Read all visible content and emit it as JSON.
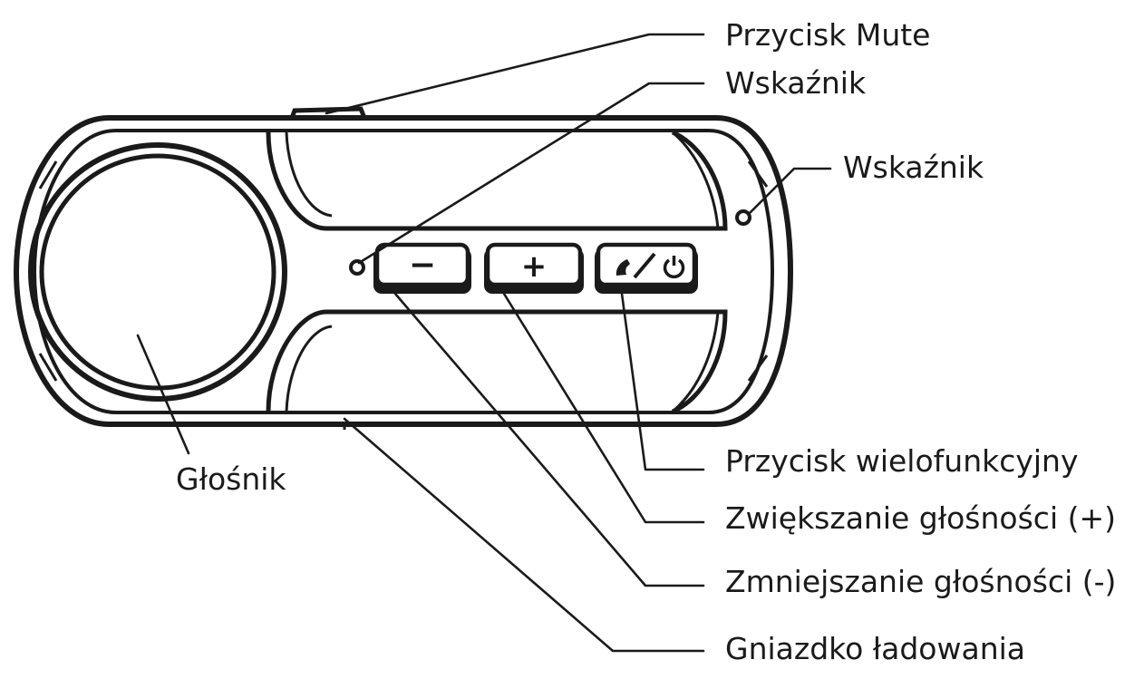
{
  "labels": {
    "mute_button": "Przycisk Mute",
    "indicator_top": "Wskaźnik",
    "indicator_side": "Wskaźnik",
    "speaker": "Głośnik",
    "multifunction_button": "Przycisk wielofunkcyjny",
    "volume_up": "Zwiększanie głośności (+)",
    "volume_down": "Zmniejszanie głośności (-)",
    "charging_socket": "Gniazdko ładowania"
  },
  "button_glyphs": {
    "minus": "−",
    "plus": "+"
  },
  "icons": {
    "multifunction": "phone-power-icon"
  }
}
